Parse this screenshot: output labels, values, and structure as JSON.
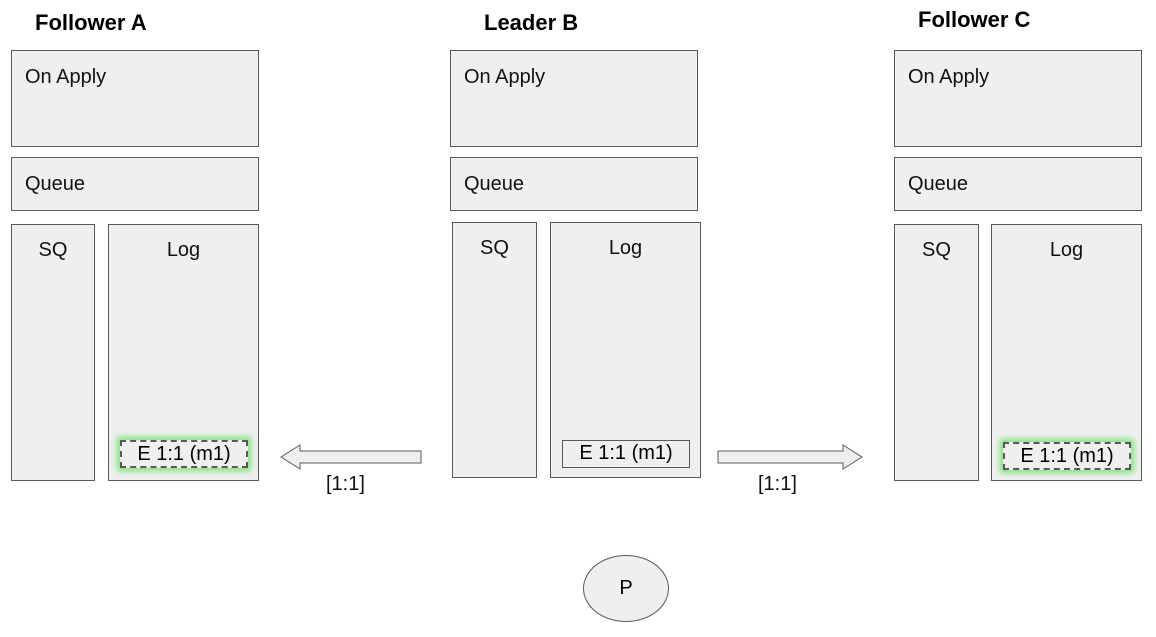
{
  "nodes": {
    "follower_a": {
      "title": "Follower A",
      "on_apply": "On Apply",
      "queue": "Queue",
      "sq": "SQ",
      "log": "Log",
      "entry": "E 1:1 (m1)"
    },
    "leader_b": {
      "title": "Leader B",
      "on_apply": "On Apply",
      "queue": "Queue",
      "sq": "SQ",
      "log": "Log",
      "entry": "E 1:1 (m1)"
    },
    "follower_c": {
      "title": "Follower C",
      "on_apply": "On Apply",
      "queue": "Queue",
      "sq": "SQ",
      "log": "Log",
      "entry": "E 1:1 (m1)"
    }
  },
  "messages": {
    "to_follower_a": "[1:1]",
    "to_follower_c": "[1:1]"
  },
  "process": {
    "label": "P"
  },
  "colors": {
    "box_fill": "#efefef",
    "box_border": "#595959",
    "entry_glow": "#7ee37a"
  }
}
